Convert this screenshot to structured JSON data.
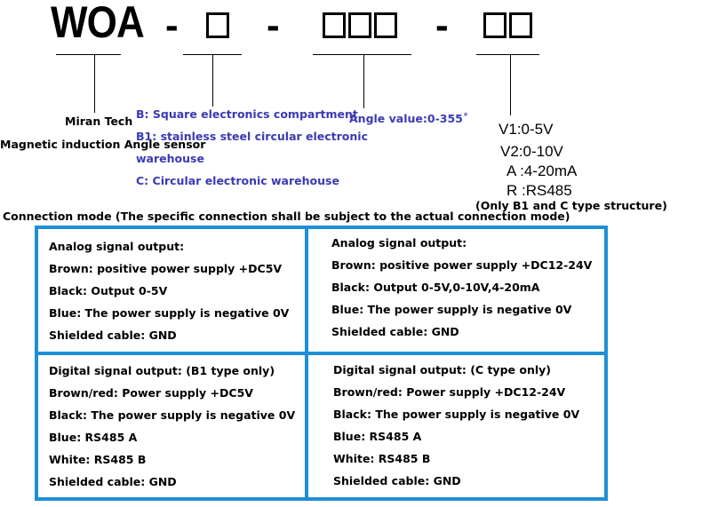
{
  "model_code": {
    "prefix": "WOA",
    "separator": "-"
  },
  "labels": {
    "brand": "Miran Tech",
    "product": "Magnetic induction Angle sensor",
    "compartment_b": "B: Square electronics compartment",
    "compartment_b1_line1": "B1: stainless steel circular electronic",
    "compartment_b1_line2": "warehouse",
    "compartment_c": "C: Circular electronic warehouse",
    "angle": "Angle value:0-355˚"
  },
  "signals": {
    "v1": "V1:0-5V",
    "v2": "V2:0-10V",
    "a": "A :4-20mA",
    "r": "R :RS485",
    "note": "(Only B1 and C type structure)"
  },
  "connection_title": "Connection mode (The specific connection shall be subject to the actual connection mode)",
  "table": {
    "top_left": [
      "Analog signal output:",
      "Brown: positive power supply +DC5V",
      "Black: Output 0-5V",
      "Blue: The power supply is negative 0V",
      "Shielded cable: GND"
    ],
    "top_right": [
      "Analog signal output:",
      "Brown: positive power supply +DC12-24V",
      "Black: Output 0-5V,0-10V,4-20mA",
      "Blue: The power supply is negative 0V",
      "Shielded cable: GND"
    ],
    "bottom_left": [
      "Digital signal output: (B1 type only)",
      "Brown/red: Power supply +DC5V",
      "Black: The power supply is negative 0V",
      "Blue: RS485 A",
      "White: RS485 B",
      "Shielded cable: GND"
    ],
    "bottom_right": [
      "Digital signal output: (C type only)",
      "Brown/red: Power supply +DC12-24V",
      "Black: The power supply is negative 0V",
      "Blue: RS485 A",
      "White: RS485 B",
      "Shielded cable: GND"
    ]
  },
  "colors": {
    "border": "#1e8fd6",
    "blue_label": "#3a3ab5"
  }
}
